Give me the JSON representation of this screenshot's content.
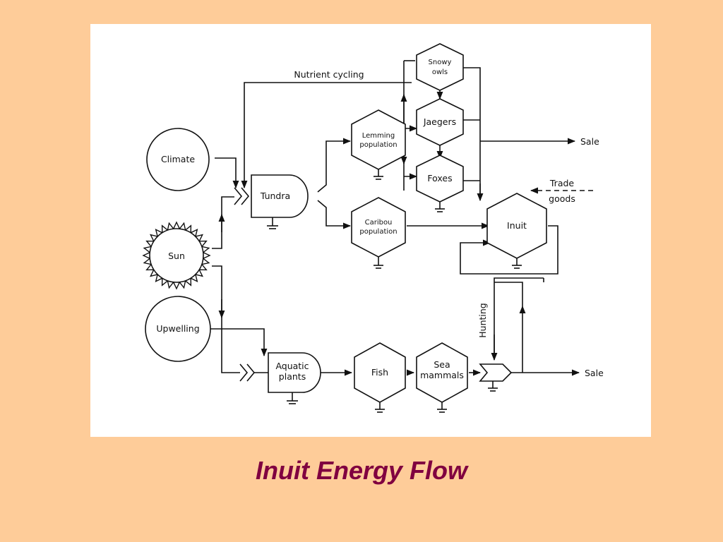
{
  "caption": "Inuit Energy Flow",
  "diagram": {
    "sources": {
      "climate": "Climate",
      "sun": "Sun",
      "upwelling": "Upwelling"
    },
    "producers": {
      "tundra": "Tundra",
      "aquatic_plants": [
        "Aquatic",
        "plants"
      ]
    },
    "consumers": {
      "lemming": [
        "Lemming",
        "population"
      ],
      "caribou": [
        "Caribou",
        "population"
      ],
      "snowy_owls": [
        "Snowy",
        "owls"
      ],
      "jaegers": "Jaegers",
      "foxes": "Foxes",
      "inuit": "Inuit",
      "fish": "Fish",
      "sea_mammals": [
        "Sea",
        "mammals"
      ]
    },
    "flows": {
      "nutrient_cycling": "Nutrient cycling",
      "sale_upper": "Sale",
      "sale_lower": "Sale",
      "trade_goods": [
        "Trade",
        "goods"
      ],
      "hunting": "Hunting"
    }
  }
}
